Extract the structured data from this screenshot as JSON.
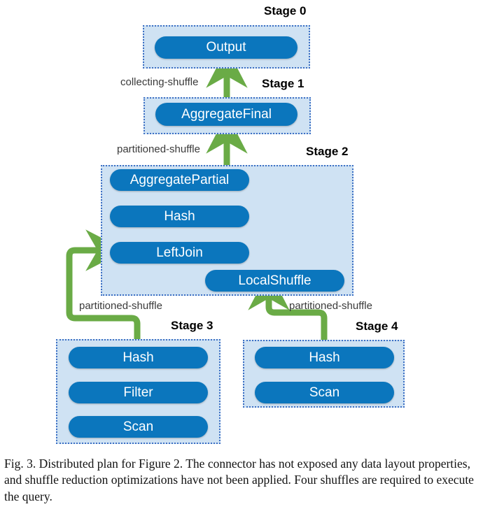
{
  "figure": {
    "title": "Distributed plan diagram",
    "colors": {
      "pill_fill": "#0b76bd",
      "pill_text": "#ffffff",
      "stage_fill": "#cfe2f3",
      "stage_border": "#3c6fc4",
      "shuffle_arrow": "#6aab46",
      "local_arrow": "#8b1a1a",
      "caption_text": "#111111"
    },
    "stages": [
      {
        "id": "stage-0",
        "label": "Stage 0",
        "operators": [
          {
            "id": "output",
            "label": "Output"
          }
        ]
      },
      {
        "id": "stage-1",
        "label": "Stage 1",
        "operators": [
          {
            "id": "aggregate-final",
            "label": "AggregateFinal"
          }
        ]
      },
      {
        "id": "stage-2",
        "label": "Stage 2",
        "operators": [
          {
            "id": "aggregate-partial",
            "label": "AggregatePartial"
          },
          {
            "id": "hash-stage2",
            "label": "Hash"
          },
          {
            "id": "left-join",
            "label": "LeftJoin"
          },
          {
            "id": "local-shuffle",
            "label": "LocalShuffle"
          }
        ]
      },
      {
        "id": "stage-3",
        "label": "Stage 3",
        "operators": [
          {
            "id": "hash-stage3",
            "label": "Hash"
          },
          {
            "id": "filter-stage3",
            "label": "Filter"
          },
          {
            "id": "scan-stage3",
            "label": "Scan"
          }
        ]
      },
      {
        "id": "stage-4",
        "label": "Stage 4",
        "operators": [
          {
            "id": "hash-stage4",
            "label": "Hash"
          },
          {
            "id": "scan-stage4",
            "label": "Scan"
          }
        ]
      }
    ],
    "edges": [
      {
        "id": "edge-collecting",
        "label": "collecting-shuffle",
        "kind": "shuffle",
        "from": "aggregate-final",
        "to": "output"
      },
      {
        "id": "edge-partitioned-s2-s1",
        "label": "partitioned-shuffle",
        "kind": "shuffle",
        "from": "aggregate-partial",
        "to": "aggregate-final"
      },
      {
        "id": "edge-partitioned-s3-s2",
        "label": "partitioned-shuffle",
        "kind": "shuffle",
        "from": "hash-stage3",
        "to": "left-join"
      },
      {
        "id": "edge-partitioned-s4-s2",
        "label": "partitioned-shuffle",
        "kind": "shuffle",
        "from": "hash-stage4",
        "to": "local-shuffle"
      },
      {
        "id": "edge-hash-to-aggpartial",
        "label": "",
        "kind": "local",
        "from": "hash-stage2",
        "to": "aggregate-partial"
      },
      {
        "id": "edge-leftjoin-to-hash",
        "label": "",
        "kind": "local",
        "from": "left-join",
        "to": "hash-stage2"
      },
      {
        "id": "edge-localshuffle-to-leftjoin",
        "label": "",
        "kind": "local",
        "from": "local-shuffle",
        "to": "left-join"
      },
      {
        "id": "edge-filter-to-hash3",
        "label": "",
        "kind": "local",
        "from": "filter-stage3",
        "to": "hash-stage3"
      },
      {
        "id": "edge-scan-to-filter3",
        "label": "",
        "kind": "local",
        "from": "scan-stage3",
        "to": "filter-stage3"
      },
      {
        "id": "edge-scan-to-hash4",
        "label": "",
        "kind": "local",
        "from": "scan-stage4",
        "to": "hash-stage4"
      }
    ],
    "caption": "Fig. 3.  Distributed plan for Figure 2. The connector has not exposed any data layout properties, and shuffle reduction optimizations have not been applied. Four shuffles are required to execute the query."
  }
}
